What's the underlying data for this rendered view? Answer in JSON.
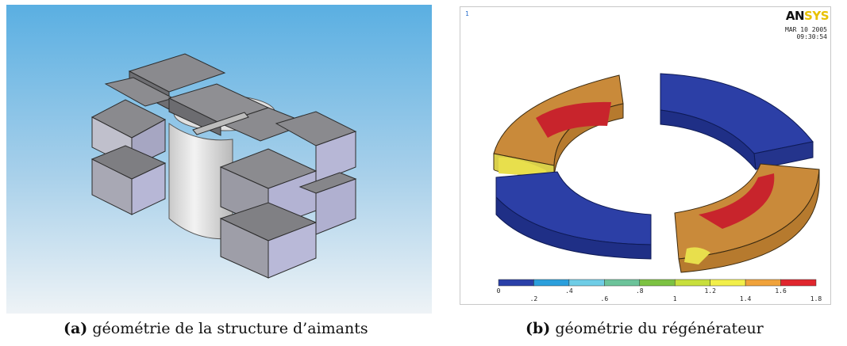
{
  "panel_a": {
    "caption_label": "(a)",
    "caption_text": "géométrie de la structure d’aimants"
  },
  "panel_b": {
    "caption_label": "(b)",
    "caption_text": "géométrie du régénérateur",
    "window_number": "1",
    "logo_an": "AN",
    "logo_sys": "SYS",
    "date": "MAR 10 2005",
    "time": "09:30:54",
    "legend": {
      "colors": [
        "#2a3fa8",
        "#2b9fdc",
        "#6fcde6",
        "#6cc39a",
        "#7cc242",
        "#c8df3c",
        "#f2ef4a",
        "#f0a23a",
        "#e0262e"
      ],
      "ticks_top_row": [
        "0",
        ".4",
        ".8",
        "1.2",
        "1.6"
      ],
      "ticks_bottom_row": [
        ".2",
        ".6",
        "1",
        "1.4",
        "1.8"
      ]
    }
  }
}
